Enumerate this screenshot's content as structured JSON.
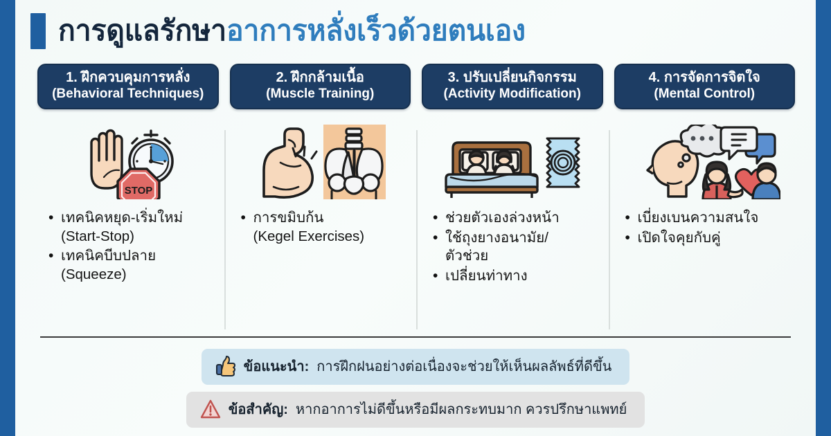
{
  "title": {
    "part_dark": "การดูแลรักษา",
    "part_blue": "อาการหลั่งเร็วด้วยตนเอง",
    "accent_color": "#1f5fa0"
  },
  "columns": [
    {
      "heading_th": "1. ฝึกควบคุมการหลั่ง",
      "heading_en": "(Behavioral Techniques)",
      "icon": "hand-stop-stopwatch-icon",
      "bullets": [
        {
          "th": "เทคนิคหยุด-เริ่มใหม่",
          "en": "(Start-Stop)"
        },
        {
          "th": "เทคนิคบีบปลาย",
          "en": "(Squeeze)"
        }
      ]
    },
    {
      "heading_th": "2. ฝึกกล้ามเนื้อ",
      "heading_en": "(Muscle Training)",
      "icon": "flexed-bicep-pelvis-icon",
      "bullets": [
        {
          "th": "การขมิบก้น",
          "en": "(Kegel Exercises)"
        }
      ]
    },
    {
      "heading_th": "3. ปรับเปลี่ยนกิจกรรม",
      "heading_en": "(Activity Modification)",
      "icon": "couple-in-bed-condom-icon",
      "bullets": [
        {
          "th": "ช่วยตัวเองล่วงหน้า",
          "en": ""
        },
        {
          "th": "ใช้ถุงยางอนามัย/",
          "en": "ตัวช่วย"
        },
        {
          "th": "เปลี่ยนท่าทาง",
          "en": ""
        }
      ]
    },
    {
      "heading_th": "4. การจัดการจิตใจ",
      "heading_en": "(Mental Control)",
      "icon": "head-thought-couple-heart-icon",
      "bullets": [
        {
          "th": "เบี่ยงเบนความสนใจ",
          "en": ""
        },
        {
          "th": "เปิดใจคุยกับคู่",
          "en": ""
        }
      ]
    }
  ],
  "notes": [
    {
      "icon": "thumbs-up-icon",
      "label": "ข้อแนะนำ:",
      "text": "การฝึกฝนอย่างต่อเนื่องจะช่วยให้เห็นผลลัพธ์ที่ดีขึ้น",
      "bg_color": "#cfe4ef"
    },
    {
      "icon": "warning-triangle-icon",
      "label": "ข้อสำคัญ:",
      "text": "หากอาการไม่ดีขึ้นหรือมีผลกระทบมาก ควรปรึกษาแพทย์",
      "bg_color": "#e2e2e2"
    }
  ],
  "colors": {
    "rail_blue": "#1f5fa0",
    "header_navy": "#1d3d64",
    "title_blue": "#2f7dbd",
    "title_navy": "#14263c",
    "stop_red": "#d9534f",
    "skin": "#f7d9bd",
    "bed_brown": "#a9703f",
    "condom_blue": "#aed8ef"
  }
}
